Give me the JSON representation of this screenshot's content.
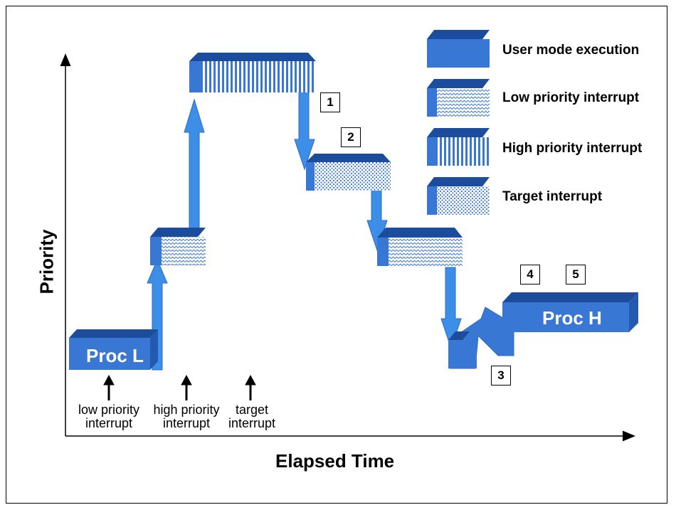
{
  "axes": {
    "x_label": "Elapsed Time",
    "y_label": "Priority"
  },
  "legend": [
    {
      "label": "User mode execution",
      "pattern": "solid"
    },
    {
      "label": "Low priority interrupt",
      "pattern": "wave"
    },
    {
      "label": "High priority interrupt",
      "pattern": "vertical"
    },
    {
      "label": "Target interrupt",
      "pattern": "dots"
    }
  ],
  "processes": {
    "low": "Proc L",
    "high": "Proc H"
  },
  "events": [
    {
      "line1": "low priority",
      "line2": "interrupt"
    },
    {
      "line1": "high priority",
      "line2": "interrupt"
    },
    {
      "line1": "target",
      "line2": "interrupt"
    }
  ],
  "markers": [
    "1",
    "2",
    "3",
    "4",
    "5"
  ],
  "colors": {
    "block_front": "#3877d3",
    "block_top": "#1c4c9c",
    "block_side": "#2459b0",
    "arrow": "#3c8ee6",
    "pattern_bg": "#ffffff"
  }
}
